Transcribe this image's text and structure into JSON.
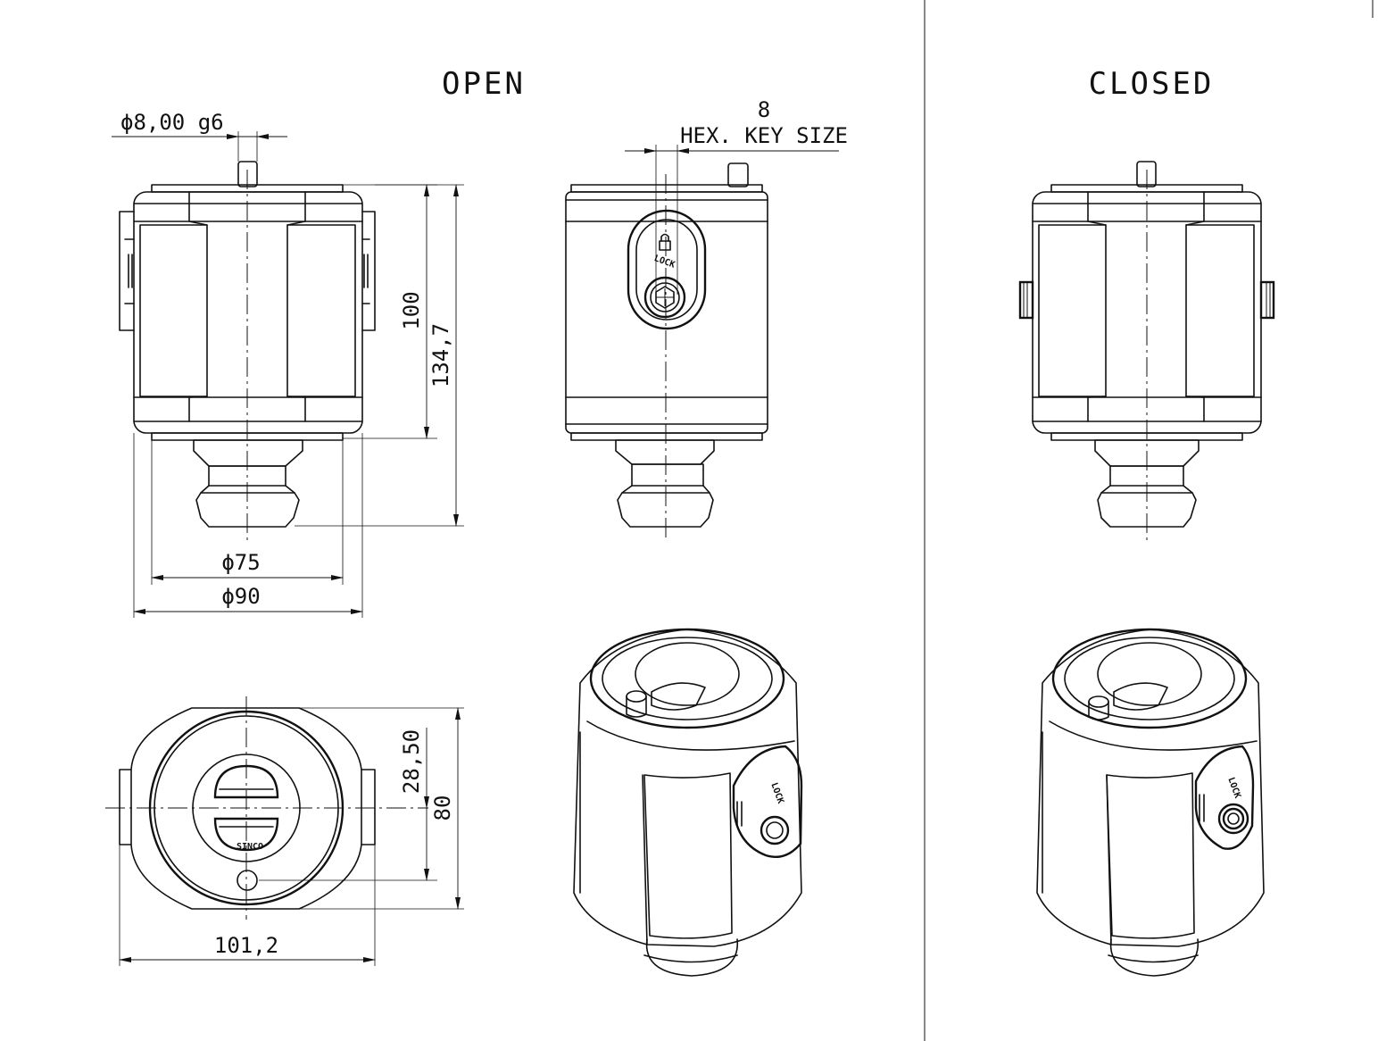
{
  "titles": {
    "open": "OPEN",
    "closed": "CLOSED"
  },
  "dimensions": {
    "shaft_diameter": "ϕ8,00 g6",
    "hex_key_value": "8",
    "hex_key_label": "HEX. KEY SIZE",
    "body_height": "100",
    "overall_height": "134,7",
    "inner_diameter": "ϕ75",
    "outer_diameter": "ϕ90",
    "hole_offset": "28,50",
    "depth": "80",
    "overall_width": "101,2"
  },
  "markings": {
    "lock_text": "LOCK",
    "brand": "SINCO"
  }
}
